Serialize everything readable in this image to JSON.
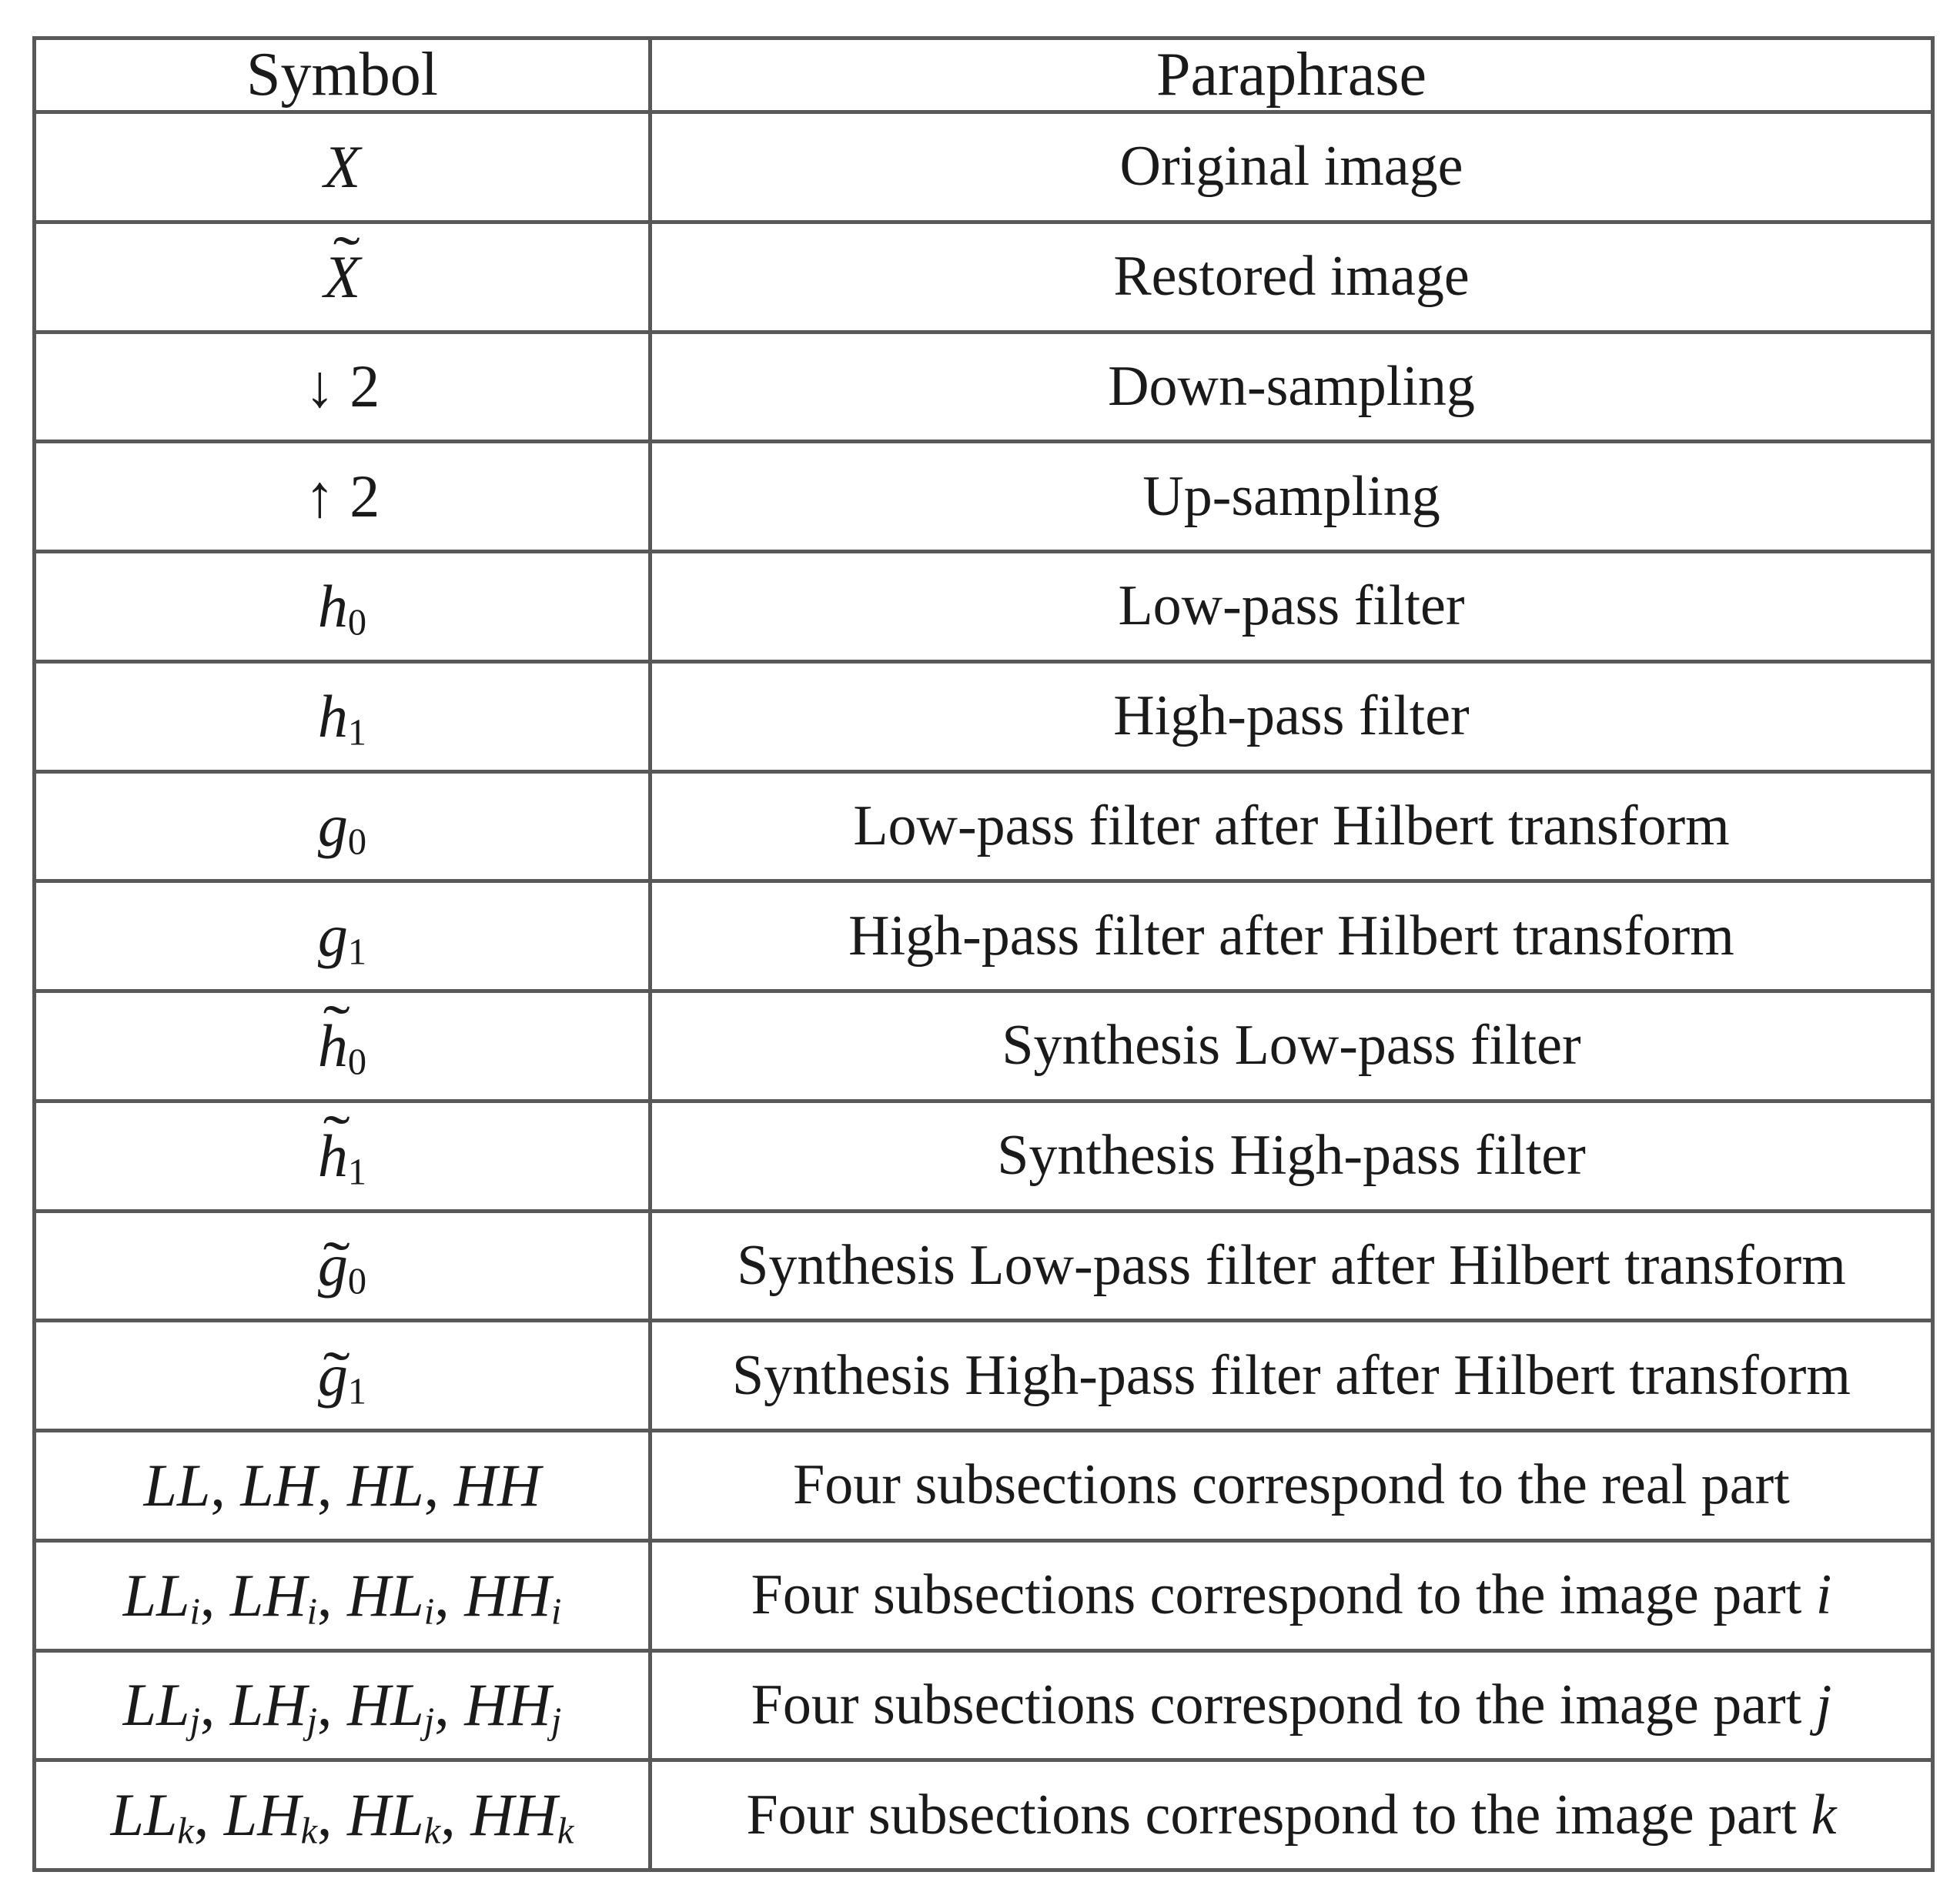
{
  "page": {
    "background": "#ffffff"
  },
  "table": {
    "border_color": "#585858",
    "text_color": "#1a1a1a",
    "headers": {
      "symbol": "Symbol",
      "paraphrase": "Paraphrase"
    },
    "rows": [
      {
        "symbol": [
          {
            "text": "X",
            "italic": true
          }
        ],
        "para": [
          {
            "text": "Original image"
          }
        ]
      },
      {
        "symbol": [
          {
            "text": "X",
            "italic": true,
            "tilde": true
          }
        ],
        "para": [
          {
            "text": "Restored image"
          }
        ]
      },
      {
        "symbol": [
          {
            "text": "↓ 2"
          }
        ],
        "para": [
          {
            "text": "Down-sampling"
          }
        ]
      },
      {
        "symbol": [
          {
            "text": "↑ 2"
          }
        ],
        "para": [
          {
            "text": "Up-sampling"
          }
        ]
      },
      {
        "symbol": [
          {
            "text": "h",
            "italic": true,
            "sub": "0"
          }
        ],
        "para": [
          {
            "text": "Low-pass filter"
          }
        ]
      },
      {
        "symbol": [
          {
            "text": "h",
            "italic": true,
            "sub": "1"
          }
        ],
        "para": [
          {
            "text": "High-pass filter"
          }
        ]
      },
      {
        "symbol": [
          {
            "text": "g",
            "italic": true,
            "sub": "0"
          }
        ],
        "para": [
          {
            "text": "Low-pass filter after Hilbert transform"
          }
        ]
      },
      {
        "symbol": [
          {
            "text": "g",
            "italic": true,
            "sub": "1"
          }
        ],
        "para": [
          {
            "text": "High-pass filter after Hilbert transform"
          }
        ]
      },
      {
        "symbol": [
          {
            "text": "h",
            "italic": true,
            "tilde": true,
            "sub": "0"
          }
        ],
        "para": [
          {
            "text": "Synthesis Low-pass filter"
          }
        ]
      },
      {
        "symbol": [
          {
            "text": "h",
            "italic": true,
            "tilde": true,
            "sub": "1"
          }
        ],
        "para": [
          {
            "text": "Synthesis High-pass filter"
          }
        ]
      },
      {
        "symbol": [
          {
            "text": "g",
            "italic": true,
            "tilde": true,
            "sub": "0"
          }
        ],
        "para": [
          {
            "text": "Synthesis Low-pass filter after Hilbert transform"
          }
        ]
      },
      {
        "symbol": [
          {
            "text": "g",
            "italic": true,
            "tilde": true,
            "sub": "1"
          }
        ],
        "para": [
          {
            "text": "Synthesis High-pass filter after Hilbert transform"
          }
        ]
      },
      {
        "symbol": [
          {
            "text": "LL",
            "italic": true
          },
          {
            "text": ", "
          },
          {
            "text": "LH",
            "italic": true
          },
          {
            "text": ", "
          },
          {
            "text": "HL",
            "italic": true
          },
          {
            "text": ", "
          },
          {
            "text": "HH",
            "italic": true
          }
        ],
        "para": [
          {
            "text": "Four subsections correspond to the real part"
          }
        ]
      },
      {
        "symbol": [
          {
            "text": "LL",
            "italic": true,
            "sub": "i"
          },
          {
            "text": ", "
          },
          {
            "text": "LH",
            "italic": true,
            "sub": "i"
          },
          {
            "text": ", "
          },
          {
            "text": "HL",
            "italic": true,
            "sub": "i"
          },
          {
            "text": ", "
          },
          {
            "text": "HH",
            "italic": true,
            "sub": "i"
          }
        ],
        "para": [
          {
            "text": "Four subsections correspond to the image part "
          },
          {
            "text": "i",
            "italic": true
          }
        ]
      },
      {
        "symbol": [
          {
            "text": "LL",
            "italic": true,
            "sub": "j"
          },
          {
            "text": ", "
          },
          {
            "text": "LH",
            "italic": true,
            "sub": "j"
          },
          {
            "text": ", "
          },
          {
            "text": "HL",
            "italic": true,
            "sub": "j"
          },
          {
            "text": ", "
          },
          {
            "text": "HH",
            "italic": true,
            "sub": "j"
          }
        ],
        "para": [
          {
            "text": "Four subsections correspond to the image part "
          },
          {
            "text": "j",
            "italic": true
          }
        ]
      },
      {
        "symbol": [
          {
            "text": "LL",
            "italic": true,
            "sub": "k"
          },
          {
            "text": ", "
          },
          {
            "text": "LH",
            "italic": true,
            "sub": "k"
          },
          {
            "text": ", "
          },
          {
            "text": "HL",
            "italic": true,
            "sub": "k"
          },
          {
            "text": ", "
          },
          {
            "text": "HH",
            "italic": true,
            "sub": "k"
          }
        ],
        "para": [
          {
            "text": "Four subsections correspond to the image part "
          },
          {
            "text": "k",
            "italic": true
          }
        ]
      }
    ]
  }
}
